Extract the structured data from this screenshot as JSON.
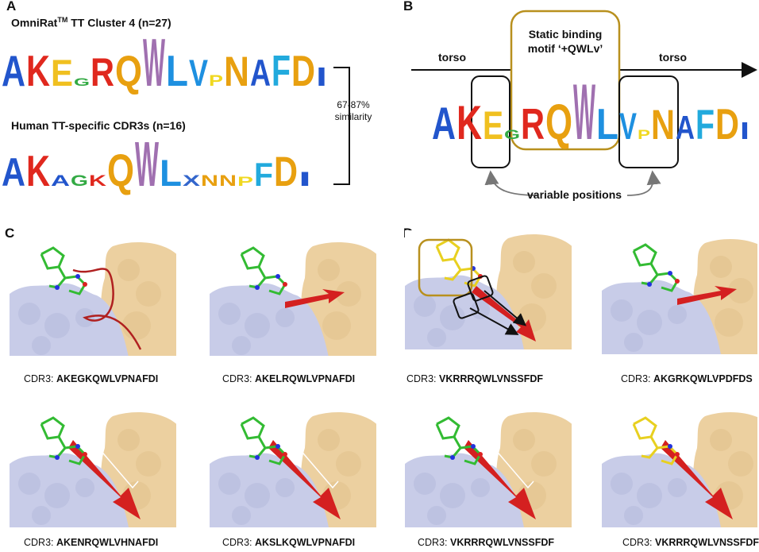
{
  "panel_labels": {
    "a": "A",
    "b": "B",
    "c": "C",
    "d": "D"
  },
  "panel_a": {
    "title_top_main": "OmniRat",
    "title_top_sup": "TM",
    "title_top_rest": " TT Cluster 4 (n=27)",
    "title_bottom": "Human TT-specific CDR3s (n=16)",
    "similarity_line1": "67-87%",
    "similarity_line2": "similarity",
    "logo_top": [
      "A",
      "K",
      "E",
      "G",
      "R",
      "Q",
      "W",
      "L",
      "V",
      "P",
      "N",
      "A",
      "F",
      "D",
      "I"
    ],
    "logo_bottom": [
      "A",
      "K",
      "A",
      "G",
      "K",
      "Q",
      "W",
      "L",
      "X",
      "N",
      "N",
      "P",
      "F",
      "D",
      "I"
    ]
  },
  "panel_b": {
    "torso_left": "torso",
    "torso_right": "torso",
    "motif_line1": "Static binding",
    "motif_line2": "motif ‘+QWLv’",
    "variable_positions": "variable positions",
    "logo": [
      "A",
      "K",
      "E",
      "G",
      "R",
      "Q",
      "W",
      "L",
      "V",
      "P",
      "N",
      "A",
      "F",
      "D",
      "I"
    ]
  },
  "captions": {
    "prefix": "CDR3: ",
    "c1": "AKEGKQWLVPNAFDI",
    "c2": "AKELRQWLVPNAFDI",
    "c3": "AKENRQWLVHNAFDI",
    "c4": "AKSLKQWLVPNAFDI",
    "d1": "VKRRRQWLVNSSFDF",
    "d2": "AKGRKQWLVPDFDS",
    "d3": "VKRRRQWLVNSSFDF",
    "d4": "VKRRRQWLVNSSFDF"
  },
  "colors": {
    "A": "#2255cc",
    "K": "#e0281e",
    "E": "#f0c020",
    "G": "#33aa44",
    "R": "#e0281e",
    "Q": "#e8a010",
    "W": "#a070b0",
    "L": "#1e90e0",
    "V": "#1e90e0",
    "P": "#f0d820",
    "N": "#e8a010",
    "F": "#22aadd",
    "D": "#e8a010",
    "I": "#2255cc",
    "X": "#3366cc",
    "motif_box": "#b8901e",
    "protein": "#c8cce8",
    "antigen": "#ecd0a0",
    "strand": "#d42020"
  }
}
